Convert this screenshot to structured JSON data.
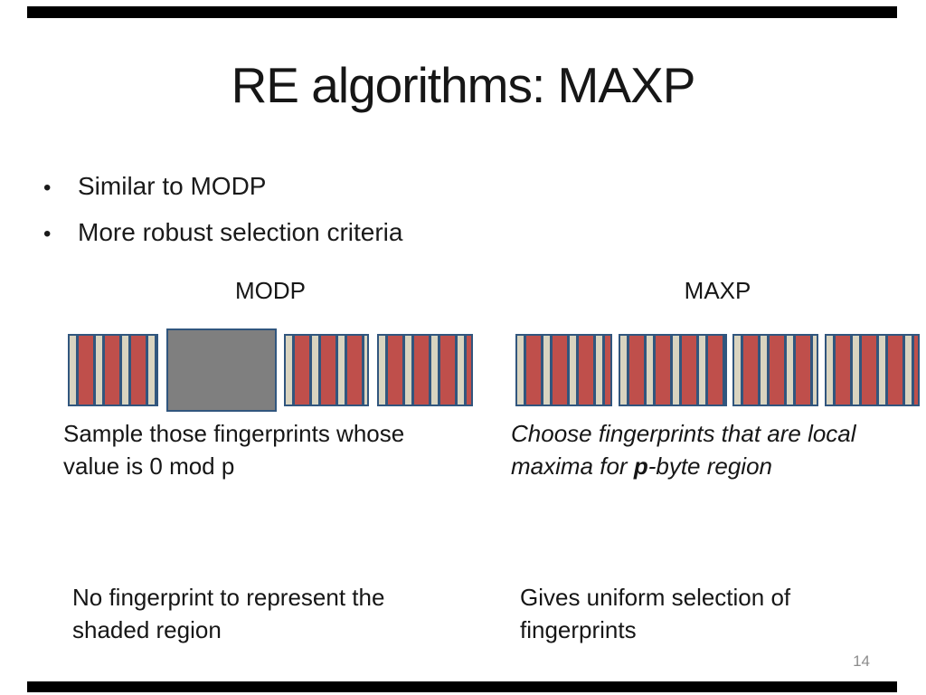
{
  "slide": {
    "title": "RE algorithms: MAXP",
    "bullet_char": "•",
    "bullets": [
      "Similar to MODP",
      "More robust selection criteria"
    ],
    "page_number": "14"
  },
  "modp": {
    "label": "MODP",
    "blocks": [
      {
        "type": "striped"
      },
      {
        "type": "shaded"
      },
      {
        "type": "striped"
      },
      {
        "type": "striped"
      }
    ],
    "caption_line1": "Sample those fingerprints whose",
    "caption_line2": "value is 0 mod p",
    "note_line1": "No fingerprint to represent the",
    "note_line2": "shaded region"
  },
  "maxp": {
    "label": "MAXP",
    "blocks": [
      {
        "type": "striped"
      },
      {
        "type": "striped"
      },
      {
        "type": "striped"
      },
      {
        "type": "striped"
      }
    ],
    "caption_line1": "Choose fingerprints that are local",
    "caption_line2_pre": "maxima for ",
    "caption_line2_bold": "p",
    "caption_line2_post": "-byte region",
    "note_line1": "Gives uniform selection of",
    "note_line2": "fingerprints"
  },
  "colors": {
    "stripe_red": "#bf4f4b",
    "stripe_cream": "#d9d4c0",
    "stripe_border_blue": "#31567e",
    "shaded_gray": "#7f7f7f",
    "edge_bar_black": "#000000",
    "page_number_gray": "#8c8c8c"
  }
}
